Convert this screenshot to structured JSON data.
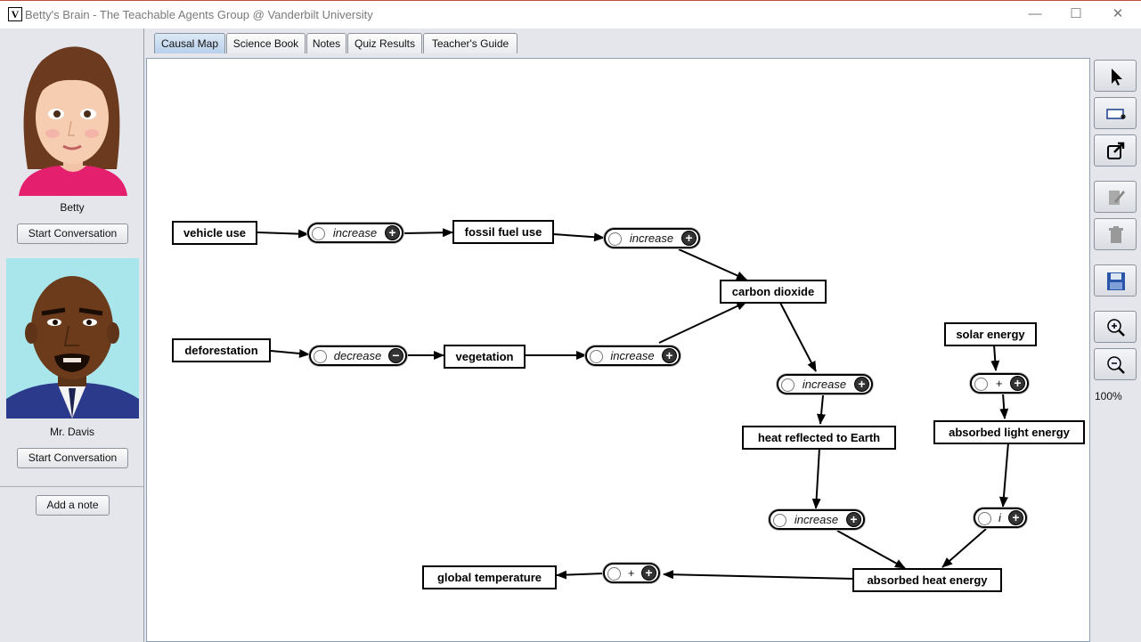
{
  "window": {
    "logo": "V",
    "title": "Betty's Brain - The Teachable Agents Group @ Vanderbilt University",
    "controls": {
      "minimize": "—",
      "maximize": "☐",
      "close": "✕"
    }
  },
  "sidebar": {
    "agents": [
      {
        "name": "Betty",
        "button_label": "Start Conversation"
      },
      {
        "name": "Mr. Davis",
        "button_label": "Start Conversation"
      }
    ],
    "add_note_label": "Add a note"
  },
  "tabs": [
    {
      "label": "Causal Map",
      "active": true
    },
    {
      "label": "Science Book",
      "active": false
    },
    {
      "label": "Notes",
      "active": false
    },
    {
      "label": "Quiz Results",
      "active": false
    },
    {
      "label": "Teacher's Guide",
      "active": false
    }
  ],
  "causal_map": {
    "concepts": {
      "vehicle_use": "vehicle use",
      "fossil_fuel_use": "fossil fuel use",
      "carbon_dioxide": "carbon dioxide",
      "deforestation": "deforestation",
      "vegetation": "vegetation",
      "solar_energy": "solar energy",
      "heat_reflected": "heat reflected to Earth",
      "absorbed_light": "absorbed light energy",
      "absorbed_heat": "absorbed heat energy",
      "global_temperature": "global temperature"
    },
    "links": [
      {
        "from": "vehicle use",
        "to": "fossil fuel use",
        "label": "increase",
        "sign": "+"
      },
      {
        "from": "fossil fuel use",
        "to": "carbon dioxide",
        "label": "increase",
        "sign": "+"
      },
      {
        "from": "deforestation",
        "to": "vegetation",
        "label": "decrease",
        "sign": "−"
      },
      {
        "from": "vegetation",
        "to": "carbon dioxide",
        "label": "increase",
        "sign": "+"
      },
      {
        "from": "carbon dioxide",
        "to": "heat reflected to Earth",
        "label": "increase",
        "sign": "+"
      },
      {
        "from": "solar energy",
        "to": "absorbed light energy",
        "label": "+",
        "sign": "+"
      },
      {
        "from": "heat reflected to Earth",
        "to": "absorbed heat energy",
        "label": "increase",
        "sign": "+"
      },
      {
        "from": "absorbed light energy",
        "to": "absorbed heat energy",
        "label": "i",
        "sign": "+"
      },
      {
        "from": "absorbed heat energy",
        "to": "global temperature",
        "label": "+",
        "sign": "+"
      }
    ]
  },
  "toolbar": {
    "tools": [
      "pointer-icon",
      "add-concept-icon",
      "add-link-icon",
      "edit-icon",
      "delete-icon",
      "save-icon",
      "zoom-in-icon",
      "zoom-out-icon"
    ],
    "zoom_level": "100%"
  }
}
